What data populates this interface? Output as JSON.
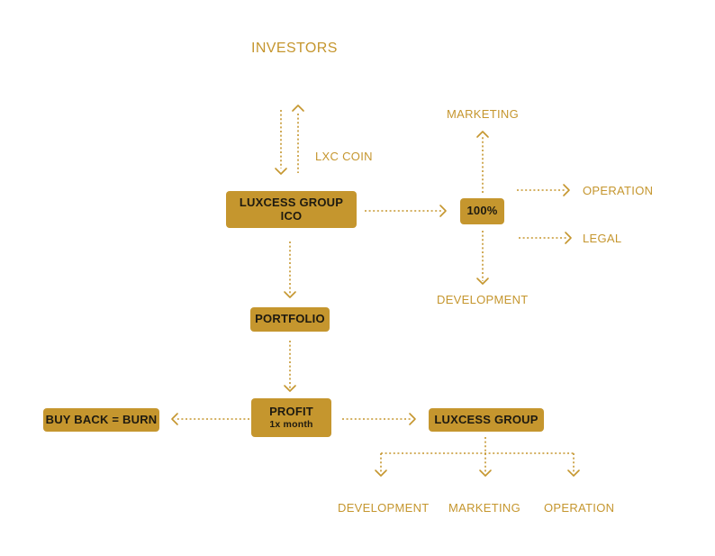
{
  "colors": {
    "gold": "#c5962e",
    "box_text": "#1e1a10"
  },
  "labels": {
    "investors": "INVESTORS",
    "lxc_coin": "LXC COIN",
    "marketing_top": "MARKETING",
    "operation_right": "OPERATION",
    "legal": "LEGAL",
    "development_right": "DEVELOPMENT",
    "development_bottom": "DEVELOPMENT",
    "marketing_bottom": "MARKETING",
    "operation_bottom": "OPERATION"
  },
  "nodes": {
    "ico": {
      "line1": "LUXCESS GROUP",
      "line2": "ICO"
    },
    "allocation": {
      "line1": "100%"
    },
    "portfolio": {
      "line1": "PORTFOLIO"
    },
    "profit": {
      "line1": "PROFIT",
      "line2": "1x month"
    },
    "buyback": {
      "line1": "BUY BACK = BURN"
    },
    "luxcess_group": {
      "line1": "LUXCESS GROUP"
    }
  }
}
